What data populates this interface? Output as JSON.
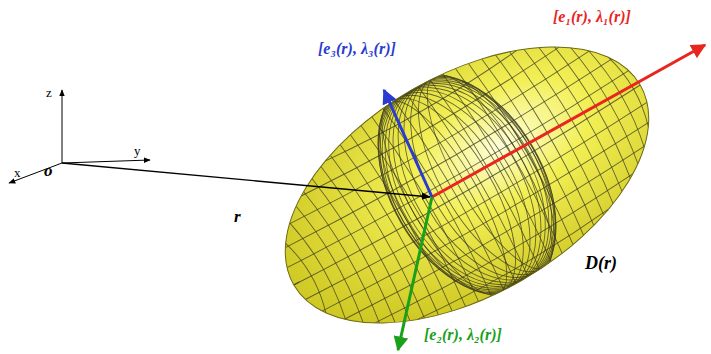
{
  "diagram": {
    "labels": [
      "z",
      "y",
      "x",
      "o",
      "r",
      "[e₁(r), λ₁(r)]",
      "[e₃(r), λ₃(r)]",
      "[e₂(r), λ₂(r)]",
      "D(r)"
    ]
  }
}
